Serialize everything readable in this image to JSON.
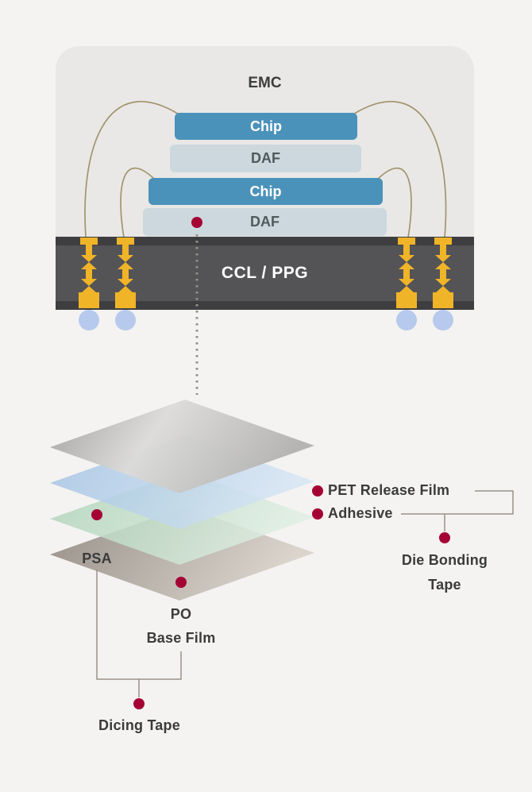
{
  "colors": {
    "background": "#f4f3f2",
    "emc_fill": "#e9e8e6",
    "chip_fill": "#4b92ba",
    "daf_fill": "#ccd8de",
    "substrate_fill": "#545456",
    "substrate_edge": "#3e3e40",
    "via_gold": "#f0b429",
    "solder_ball": "#b7c9ec",
    "wire_bond": "#a2946e",
    "marker_red": "#a50034",
    "connector_line": "#9a9287",
    "pet_layer": "#b7b6b4",
    "adhesive_layer": "#aac4e0",
    "psa_layer": "#aed3b8",
    "po_layer": "#9c948c",
    "label_text": "#3b3b3b"
  },
  "package": {
    "emc_label": "EMC",
    "top_chip_label": "Chip",
    "top_daf_label": "DAF",
    "bottom_chip_label": "Chip",
    "bottom_daf_label": "DAF",
    "substrate_label": "CCL / PPG"
  },
  "tape": {
    "pet_label": "PET Release Film",
    "adhesive_label": "Adhesive",
    "psa_label": "PSA",
    "po_label_line1": "PO",
    "po_label_line2": "Base Film",
    "die_bonding_label_line1": "Die Bonding",
    "die_bonding_label_line2": "Tape",
    "dicing_label": "Dicing Tape"
  }
}
